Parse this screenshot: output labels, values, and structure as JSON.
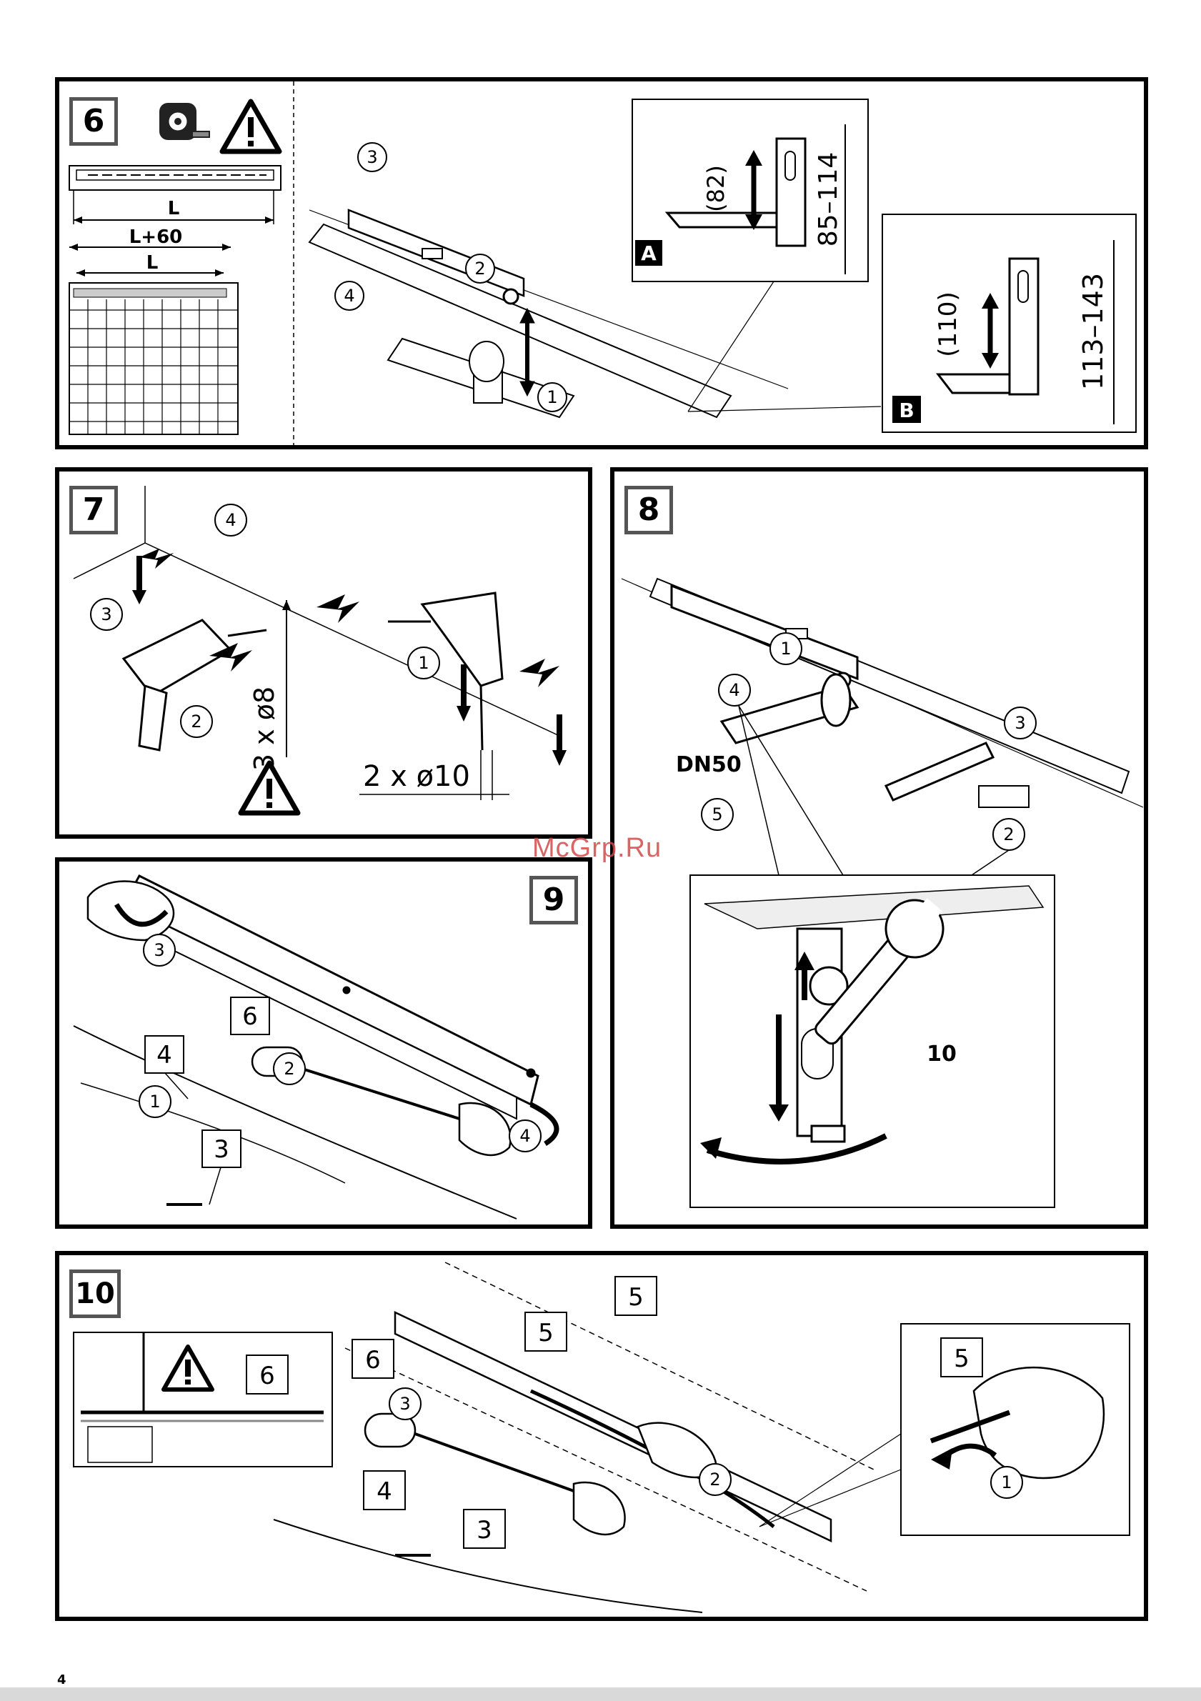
{
  "page_number": "4",
  "watermark": "McGrp.Ru",
  "steps": {
    "s6": {
      "number": "6",
      "dim_L": "L",
      "dim_L60": "L+60",
      "callouts": [
        "1",
        "2",
        "3",
        "4"
      ],
      "inset_A": {
        "tag": "A",
        "bracket": "(82)",
        "range": "85–114"
      },
      "inset_B": {
        "tag": "B",
        "bracket": "(110)",
        "range": "113–143"
      }
    },
    "s7": {
      "number": "7",
      "callouts": [
        "1",
        "2",
        "3",
        "4"
      ],
      "drill_small": "3 x ø8",
      "drill_large": "2 x ø10"
    },
    "s8": {
      "number": "8",
      "callouts": [
        "1",
        "2",
        "3",
        "4",
        "5"
      ],
      "pipe": "DN50",
      "wrench_size": "10"
    },
    "s9": {
      "number": "9",
      "callouts": [
        "1",
        "2",
        "3",
        "4"
      ],
      "boxes": [
        "3",
        "4",
        "6"
      ]
    },
    "s10": {
      "number": "10",
      "callouts": [
        "1",
        "2",
        "3"
      ],
      "boxes": [
        "3",
        "4",
        "5",
        "5",
        "5",
        "6",
        "6"
      ]
    }
  },
  "icons": [
    "tape-measure-icon",
    "warning-icon",
    "wrench-icon",
    "drill-icon",
    "paint-roller-icon"
  ]
}
